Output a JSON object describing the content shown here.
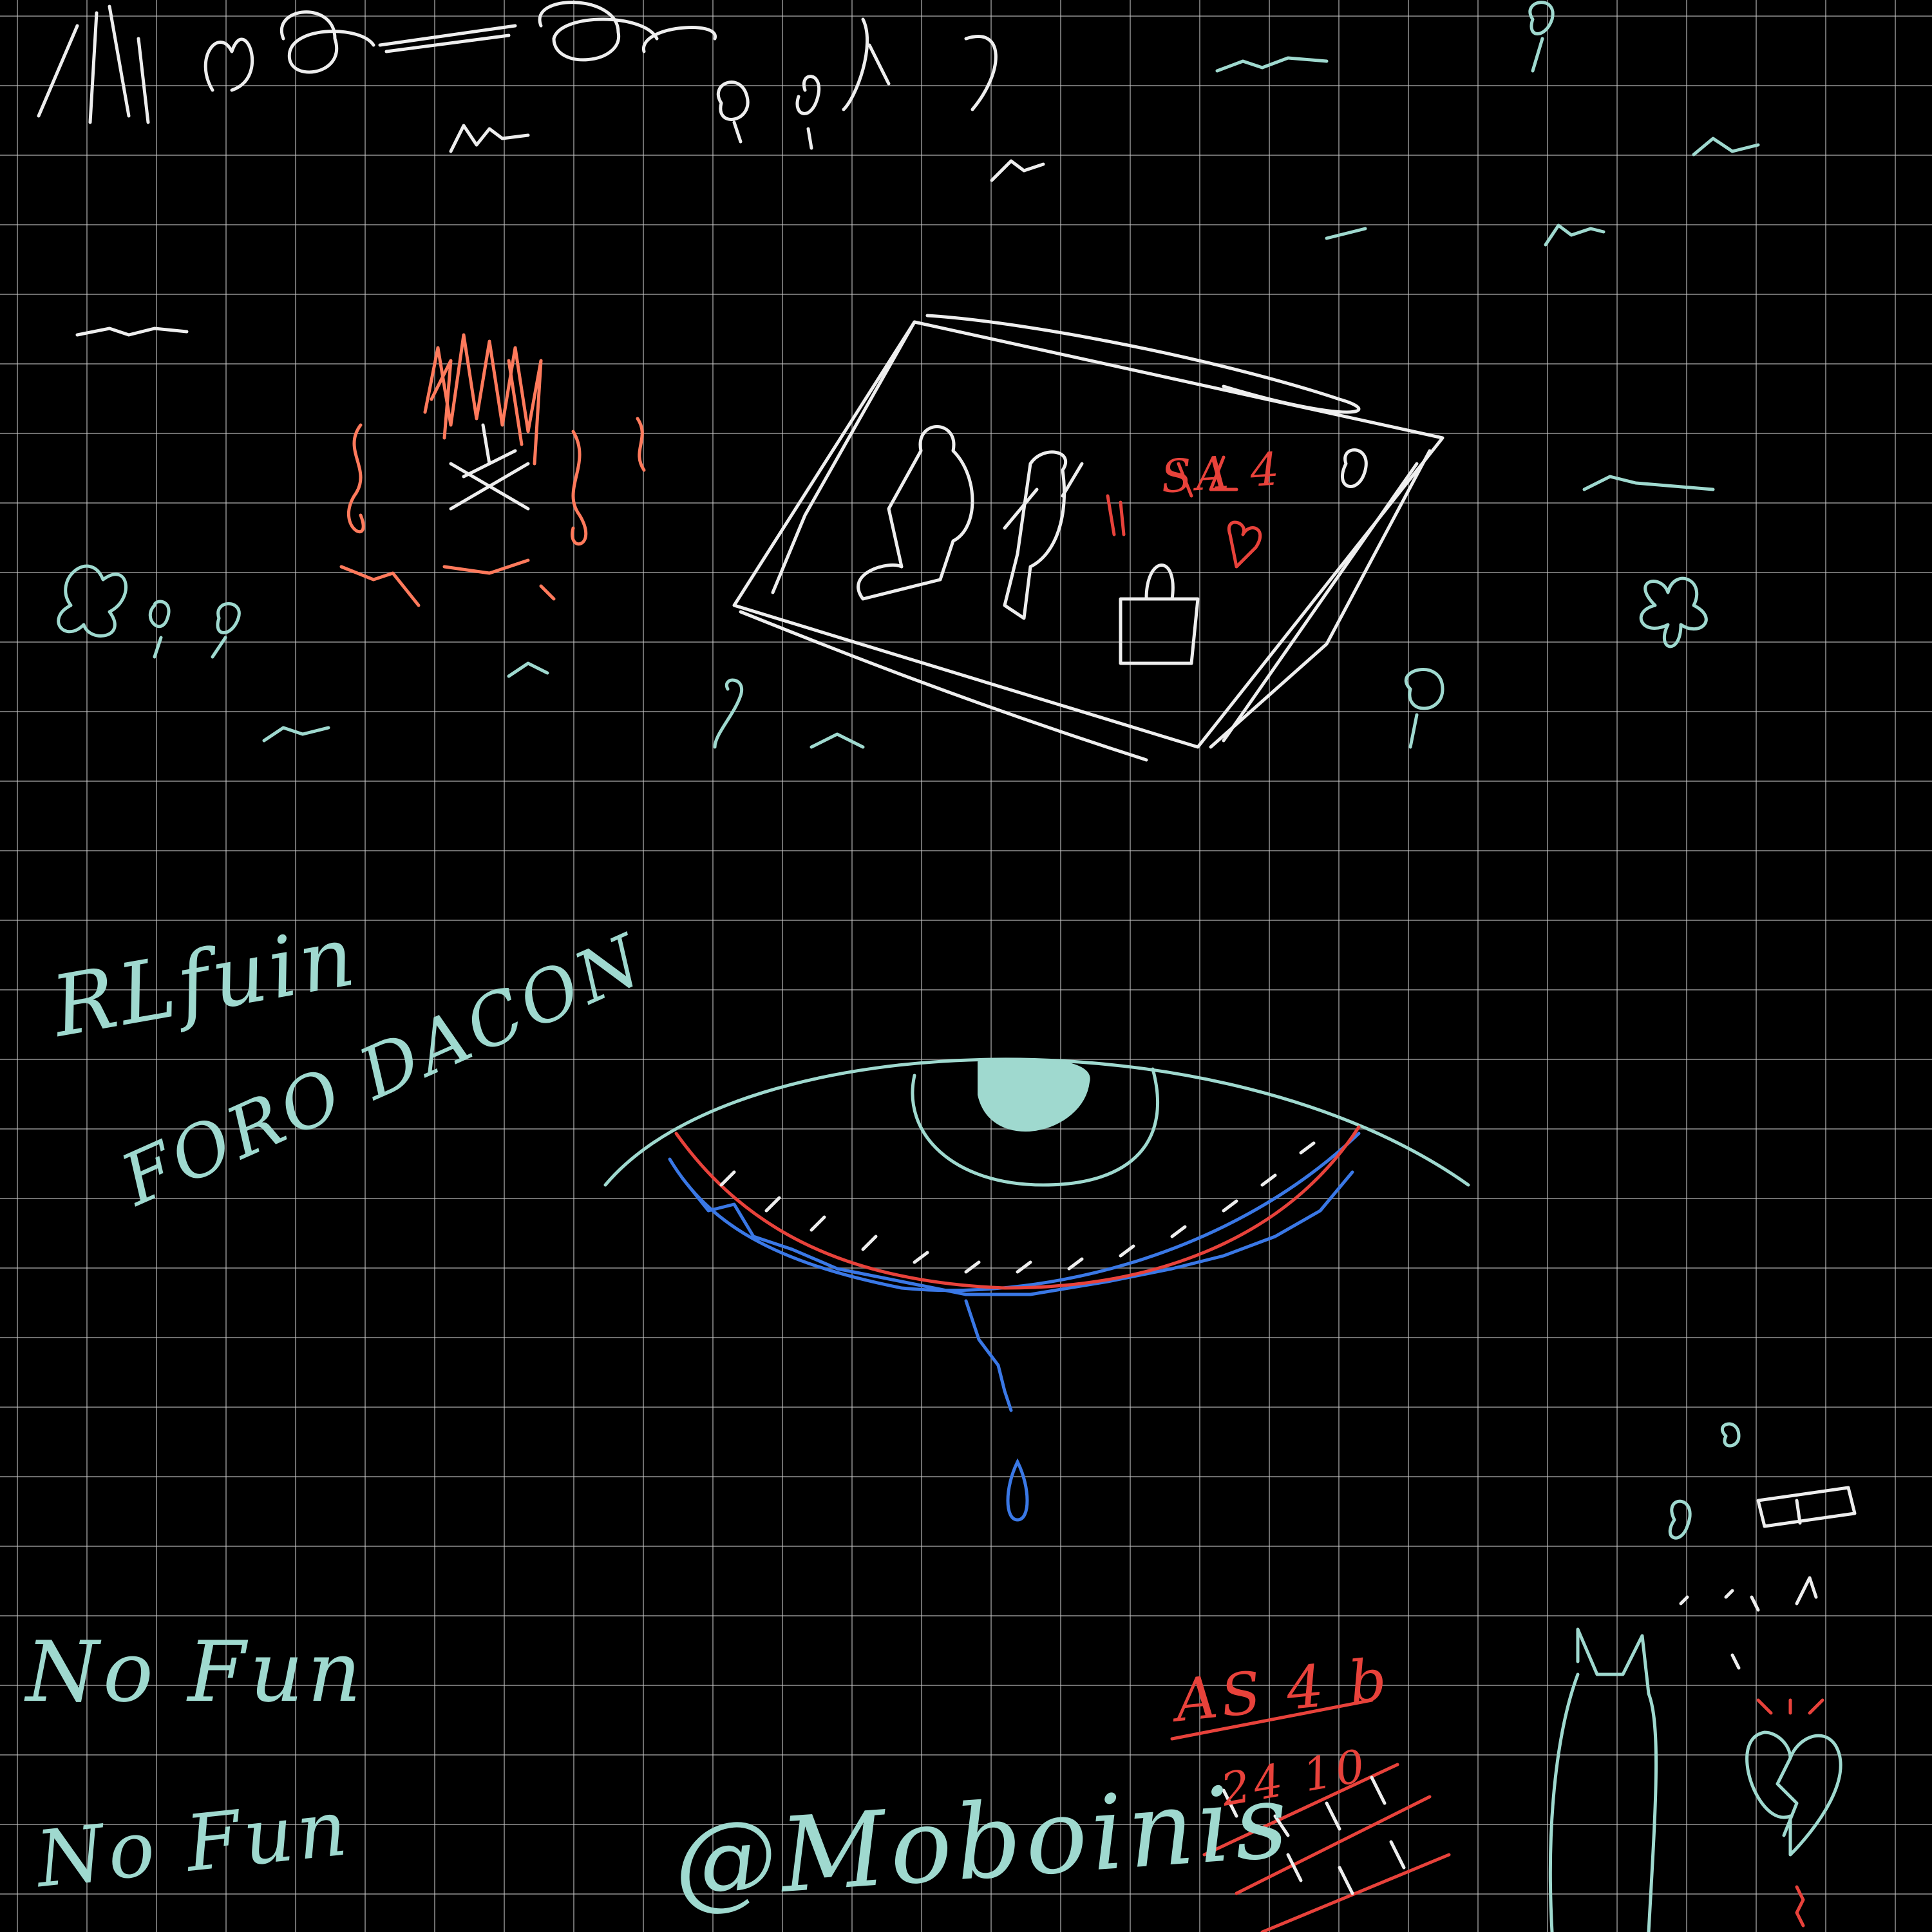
{
  "canvas": {
    "background_color": "#000000",
    "grid_color": "#c8c8c8",
    "grid_visible": true
  },
  "ink_colors": {
    "white": "#eeeeee",
    "mint": "#9fd9cf",
    "red": "#e8423b",
    "orange": "#ff7a5c",
    "blue": "#3a78e6"
  },
  "handwriting": {
    "line1": "RLfuin",
    "line2": "FORO DACON",
    "nofun1": "No Fun",
    "nofun2": "No Fun",
    "signature": "@Moboinis",
    "red_numbers": "AS 4 b",
    "red_number_row2": "24 10",
    "pic_labels": "SA 4"
  },
  "icons": [
    "doodle-tree-icon",
    "campfire-icon",
    "picnic-blanket-icon",
    "flower-icon",
    "crying-eye-icon",
    "teardrop-icon",
    "cat-icon",
    "broken-heart-icon",
    "battery-icon"
  ]
}
